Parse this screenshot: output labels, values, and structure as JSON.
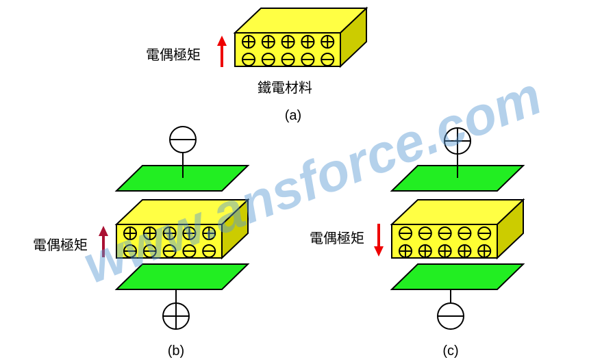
{
  "colors": {
    "box_front": "#ffff33",
    "box_top": "#ffff44",
    "box_side": "#cccc00",
    "plate": "#22ee22",
    "arrow": "#ee0000",
    "arrow_b": "#aa1133",
    "watermark": "#5b9bd5"
  },
  "panel_a": {
    "dipole_label": "電偶極矩",
    "material_label": "鐵電材料",
    "caption": "(a)",
    "top_row": "plus",
    "bottom_row": "minus",
    "arrow": "up"
  },
  "panel_b": {
    "dipole_label": "電偶極矩",
    "caption": "(b)",
    "top_electrode": "minus",
    "bottom_electrode": "plus",
    "top_row": "plus",
    "bottom_row": "minus",
    "arrow": "up"
  },
  "panel_c": {
    "dipole_label": "電偶極矩",
    "caption": "(c)",
    "top_electrode": "plus",
    "bottom_electrode": "minus",
    "top_row": "minus",
    "bottom_row": "plus",
    "arrow": "down"
  },
  "watermark": "www.ansforce.com"
}
